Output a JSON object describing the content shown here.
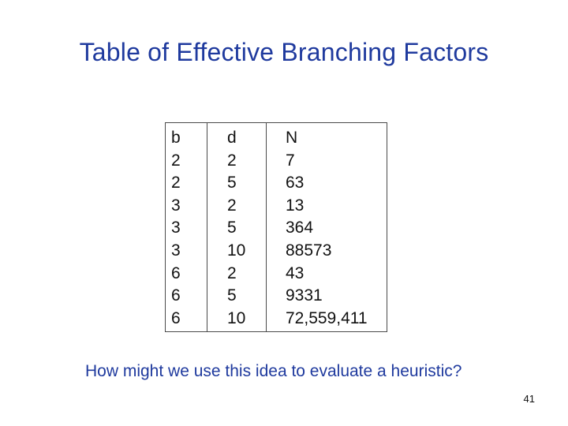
{
  "slide": {
    "title": "Table of Effective Branching Factors",
    "question": "How might we use this idea to evaluate a heuristic?",
    "page_number": "41"
  },
  "table": {
    "headers": [
      "b",
      "d",
      "N"
    ],
    "rows": [
      [
        "2",
        "2",
        "7"
      ],
      [
        "2",
        "5",
        "63"
      ],
      [
        "3",
        "2",
        "13"
      ],
      [
        "3",
        "5",
        "364"
      ],
      [
        "3",
        "10",
        "88573"
      ],
      [
        "6",
        "2",
        "43"
      ],
      [
        "6",
        "5",
        "9331"
      ],
      [
        "6",
        "10",
        "72,559,411"
      ]
    ]
  }
}
